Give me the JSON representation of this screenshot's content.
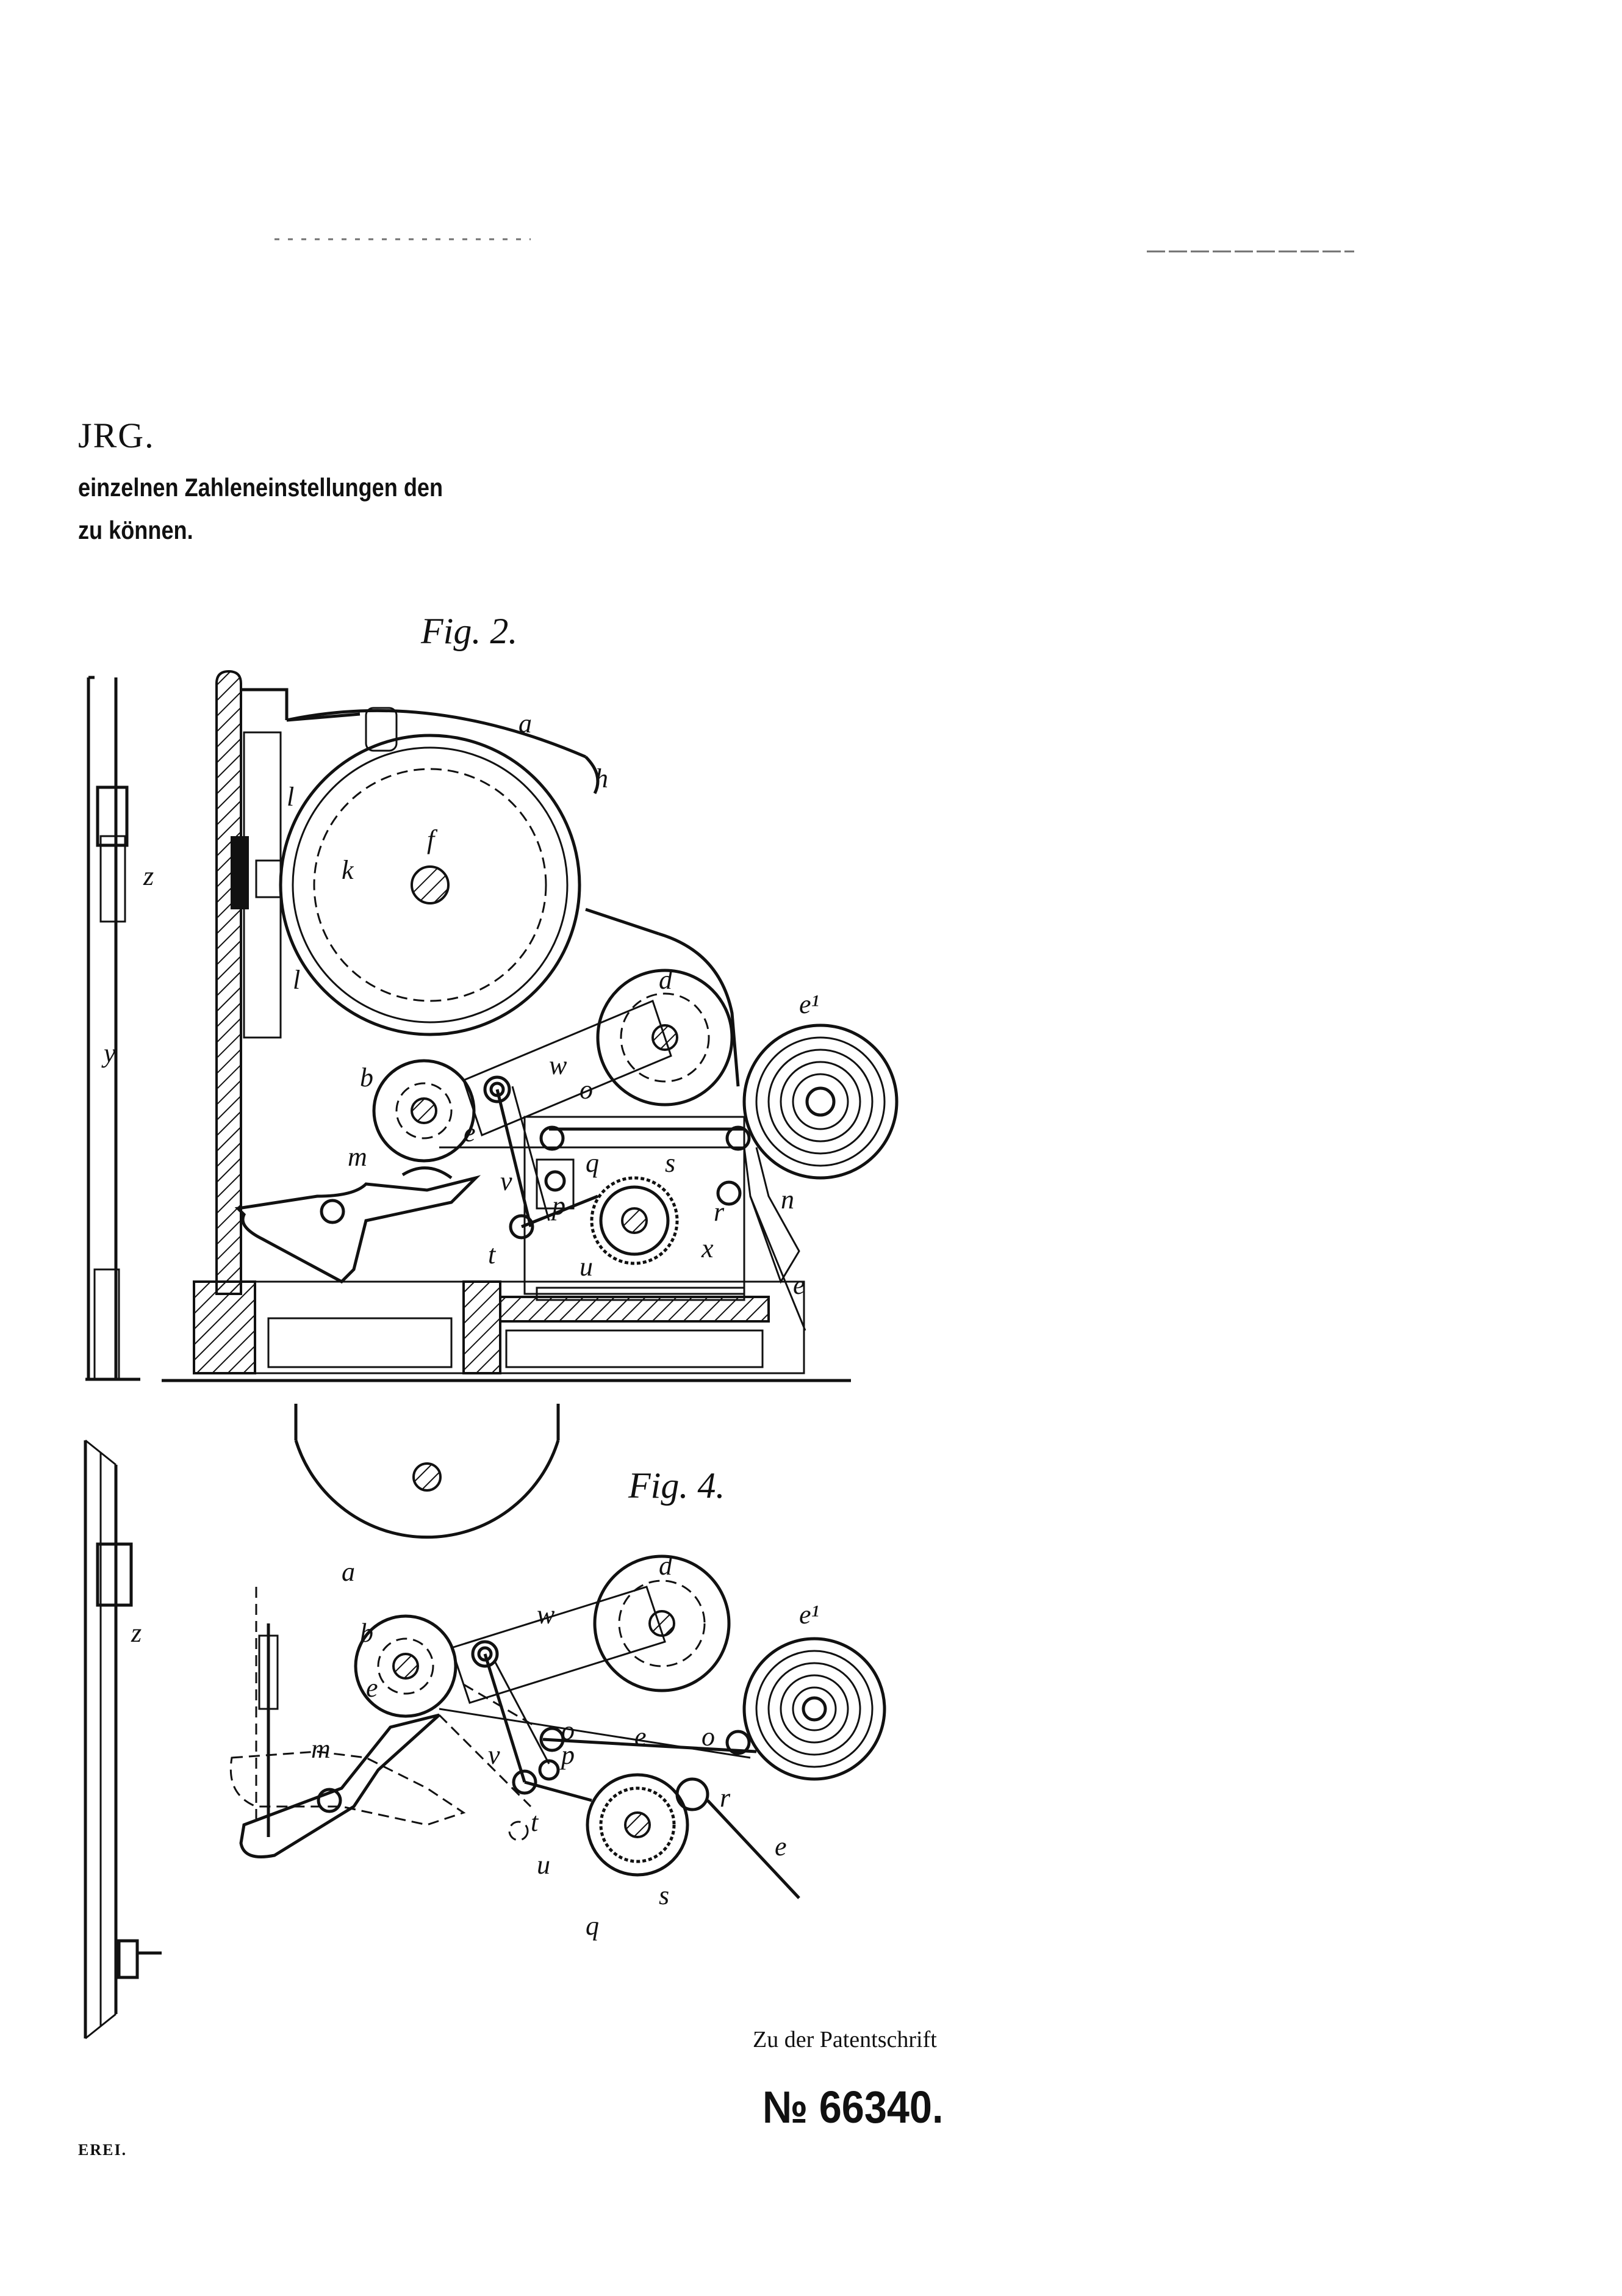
{
  "header": {
    "fragment": "JRG.",
    "subtitle_line1": "einzelnen Zahleneinstellungen den",
    "subtitle_line2": "zu können."
  },
  "figures": {
    "fig2": {
      "label": "Fig. 2."
    },
    "fig4": {
      "label": "Fig. 4."
    }
  },
  "part_labels": {
    "a": "a",
    "b": "b",
    "d": "d",
    "e": "e",
    "e1": "e¹",
    "f": "f",
    "h": "h",
    "k": "k",
    "l": "l",
    "m": "m",
    "o": "o",
    "p": "p",
    "q": "q",
    "s": "s",
    "t": "t",
    "u": "u",
    "v": "v",
    "w": "w",
    "x": "x",
    "y": "y",
    "z": "z"
  },
  "footer": {
    "reference": "Zu der Patentschrift",
    "patent_number": "№ 66340.",
    "printer_fragment": "EREI."
  }
}
